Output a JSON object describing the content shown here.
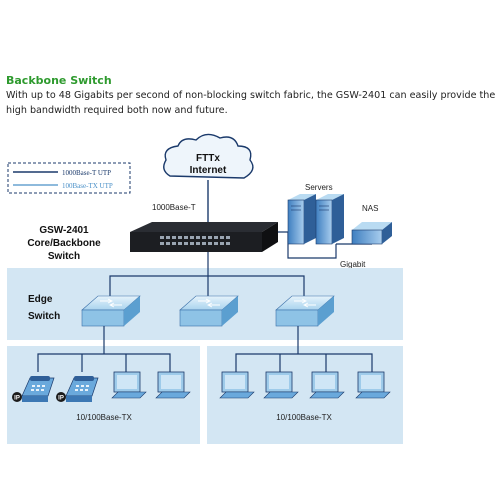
{
  "header": {
    "title": "Backbone Switch",
    "description": "With up to 48 Gigabits per second of non-blocking switch fabric, the GSW-2401 can easily provide the high bandwidth required both now and future."
  },
  "diagram": {
    "legend": [
      {
        "label": "1000Base-T UTP",
        "color": "#1b3a6b"
      },
      {
        "label": "100Base-TX UTP",
        "color": "#4a90c8"
      }
    ],
    "cloud": {
      "line1": "FTTx",
      "line2": "Internet"
    },
    "uplink_label": "1000Base-T",
    "core": {
      "line1": "GSW-2401",
      "line2": "Core/Backbone",
      "line3": "Switch"
    },
    "servers_label": "Servers",
    "nas_label": "NAS",
    "gigabit_label": "Gigabit",
    "edge": {
      "line1": "Edge",
      "line2": "Switch"
    },
    "left_group_label": "10/100Base-TX",
    "right_group_label": "10/100Base-TX",
    "ip_badge": "IP",
    "colors": {
      "panel": "#d3e6f3",
      "line": "#1b3a6b",
      "switch": "#8ec3e6"
    }
  }
}
